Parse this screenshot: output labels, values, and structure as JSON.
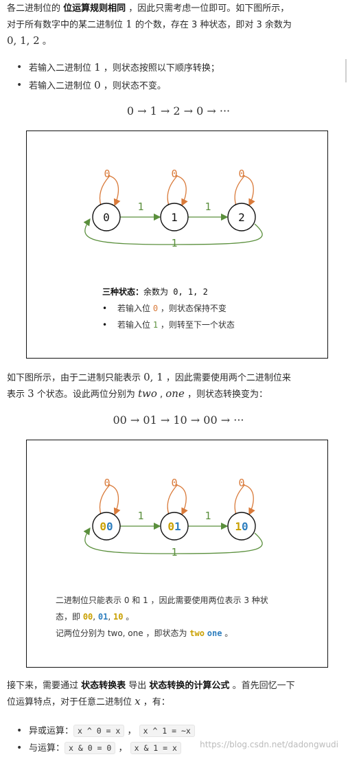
{
  "intro": {
    "line1_pre": "各二进制位的 ",
    "line1_bold": "位运算规则相同",
    "line1_post": " ，因此只需考虑一位即可。如下图所示，",
    "line2_pre": "对于所有数字中的某二进制位 ",
    "line2_math": "1",
    "line2_post": " 的个数，存在 3 种状态，即对 3 余数为",
    "line3_math": "0, 1, 2",
    "line3_post": " 。"
  },
  "bullets1": [
    {
      "pre": "若输入二进制位 ",
      "math": "1",
      "post": " ，则状态按照以下顺序转换；"
    },
    {
      "pre": "若输入二进制位 ",
      "math": "0",
      "post": " ，则状态不变。"
    }
  ],
  "formula1": "0 → 1 → 2 → 0 → ···",
  "figure1": {
    "states": [
      "0",
      "1",
      "2"
    ],
    "self_loop_label": "0",
    "edge_label": "1",
    "back_edge_label": "1",
    "caption_title": "三种状态：",
    "caption_title_rest": "余数为  0, 1, 2",
    "caption_items": [
      {
        "pre": "若输入位 ",
        "code": "0",
        "post": " ，则状态保持不变"
      },
      {
        "pre": "若输入位 ",
        "code": "1",
        "post": " ，则转至下一个状态"
      }
    ]
  },
  "para2": {
    "line1_pre": "如下图所示，由于二进制只能表示 ",
    "line1_math": "0, 1",
    "line1_post": " ，因此需要使用两个二进制位来",
    "line2_pre": "表示 ",
    "line2_math": "3",
    "line2_mid": " 个状态。设此两位分别为 ",
    "line2_math2": "two",
    "line2_sep": " , ",
    "line2_math3": "one",
    "line2_post": " ，则状态转换变为："
  },
  "formula2": "00 → 01 → 10 → 00 → ···",
  "figure2": {
    "states": [
      {
        "two": "0",
        "one": "0"
      },
      {
        "two": "0",
        "one": "1"
      },
      {
        "two": "1",
        "one": "0"
      }
    ],
    "self_loop_label": "0",
    "edge_label": "1",
    "back_edge_label": "1",
    "caption_line1": "二进制位只能表示  0  和  1 ，因此需要使用两位表示  3  种状",
    "caption_line2_pre": "态，即 ",
    "caption_codes": [
      "00",
      "01",
      "10"
    ],
    "caption_line2_post": " 。",
    "caption_line3_pre": "记两位分别为  two, one ，即状态为 ",
    "caption_two": "two",
    "caption_one": "one",
    "caption_line3_post": " 。"
  },
  "para3": {
    "line1_pre": "接下来，需要通过 ",
    "line1_bold1": "状态转换表",
    "line1_mid": " 导出 ",
    "line1_bold2": "状态转换的计算公式",
    "line1_post": " 。首先回忆一下",
    "line2_pre": "位运算特点，对于任意二进制位 ",
    "line2_math": "x",
    "line2_post": " ，有："
  },
  "bullets2": [
    {
      "label": "异或运算：",
      "code1": "x ^ 0 = x",
      "sep": " ， ",
      "code2": "x ^ 1 = ~x"
    },
    {
      "label": "与运算：",
      "code1": "x & 0 = 0",
      "sep": " ， ",
      "code2": "x & 1 = x"
    }
  ],
  "watermark": "https://blog.csdn.net/dadongwudi",
  "colors": {
    "orange": "#d97a3a",
    "green": "#5a8f3c",
    "gold": "#c9a000",
    "blue": "#2f7fbf"
  }
}
